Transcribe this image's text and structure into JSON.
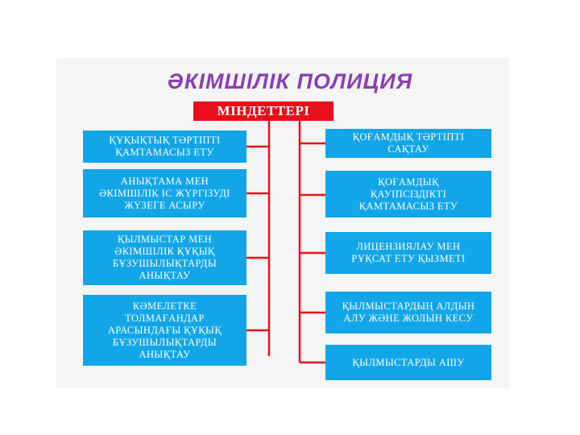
{
  "diagram": {
    "title": "ӘКІМШІЛІК ПОЛИЦИЯ",
    "header": "МІНДЕТТЕРІ",
    "line_color": "#e8101a",
    "box_color": "#12a6e8",
    "title_color": "#8b3fb0",
    "left_tasks": [
      "ҚҰҚЫҚТЫҚ ТӘРТІПТІ\nҚАМТАМАСЫЗ ЕТУ",
      "АНЫҚТАМА МЕН\nӘКІМШІЛІК ІС ЖҮРГІЗУДІ\nЖҮЗЕГЕ АСЫРУ",
      "ҚЫЛМЫСТАР МЕН\nӘКІМШІЛІК ҚҰҚЫҚ\nБҰЗУШЫЛЫҚТАРДЫ\nАНЫҚТАУ",
      "КӘМЕЛЕТКЕ\nТОЛМАҒАНДАР\nАРАСЫНДАҒЫ ҚҰҚЫҚ\nБҰЗУШЫЛЫҚТАРДЫ\nАНЫҚТАУ"
    ],
    "right_tasks": [
      "ҚОҒАМДЫҚ ТӘРТІПТІ\nСАҚТАУ",
      "ҚОҒАМДЫҚ\nҚАУІПСІЗДІКТІ\nҚАМТАМАСЫЗ ЕТУ",
      "ЛИЦЕНЗИЯЛАУ МЕН\nРҰҚСАТ ЕТУ ҚЫЗМЕТІ",
      "ҚЫЛМЫСТАРДЫҢ АЛДЫН\nАЛУ ЖӘНЕ ЖОЛЫН КЕСУ",
      "ҚЫЛМЫСТАРДЫ АШУ"
    ]
  }
}
